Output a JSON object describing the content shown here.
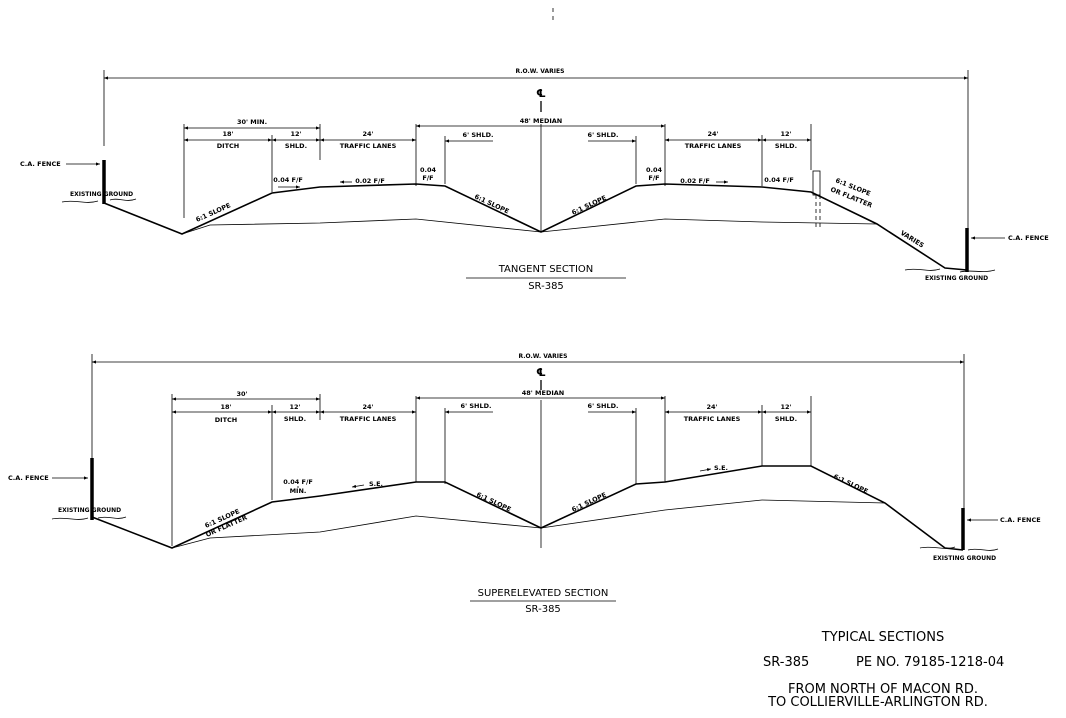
{
  "tangent": {
    "row": "R.O.W. VARIES",
    "cl": "℄",
    "dim_30": "30' MIN.",
    "dim_18": "18'",
    "ditch": "DITCH",
    "dim_12a": "12'",
    "shld": "SHLD.",
    "dim_24a": "24'",
    "traffic": "TRAFFIC LANES",
    "median": "48' MEDIAN",
    "shld6_left": "6' SHLD.",
    "shld6_right": "6' SHLD.",
    "dim_24b": "24'",
    "dim_12b": "12'",
    "fence": "C.A. FENCE",
    "existing": "EXISTING GROUND",
    "slope_004a": "0.04 F/F",
    "slope_002a": "0.02 F/F",
    "ff_a1": "0.04",
    "ff_a2": "F/F",
    "slope61_a": "6:1 SLOPE",
    "slope61_b": "6:1 SLOPE",
    "slope61_c": "6:1 SLOPE",
    "ff_b1": "0.04",
    "ff_b2": "F/F",
    "slope_002b": "0.02 F/F",
    "slope_004b": "0.04 F/F",
    "slope61_d1": "6:1 SLOPE",
    "slope61_d2": "OR FLATTER",
    "varies": "VARIES",
    "title": "TANGENT SECTION",
    "subtitle": "SR-385"
  },
  "super": {
    "row": "R.O.W. VARIES",
    "cl": "℄",
    "dim_30": "30'",
    "dim_18": "18'",
    "ditch": "DITCH",
    "dim_12a": "12'",
    "shld": "SHLD.",
    "dim_24a": "24'",
    "traffic": "TRAFFIC LANES",
    "median": "48' MEDIAN",
    "shld6_left": "6' SHLD.",
    "shld6_right": "6' SHLD.",
    "dim_24b": "24'",
    "dim_12b": "12'",
    "fence": "C.A. FENCE",
    "existing": "EXISTING GROUND",
    "slope_a1": "6:1 SLOPE",
    "slope_a2": "OR FLATTER",
    "ff1": "0.04 F/F",
    "ff2": "MIN.",
    "se_left": "S.E.",
    "slope61_b": "6:1 SLOPE",
    "slope61_c": "6:1 SLOPE",
    "se_right": "S.E.",
    "slope61_d": "6:1 SLOPE",
    "title": "SUPERELEVATED SECTION",
    "subtitle": "SR-385"
  },
  "title_block": {
    "line1": "TYPICAL SECTIONS",
    "route": "SR-385",
    "pe": "PE NO. 79185-1218-04",
    "from": "FROM NORTH OF MACON RD.",
    "to": "TO COLLIERVILLE-ARLINGTON RD."
  }
}
